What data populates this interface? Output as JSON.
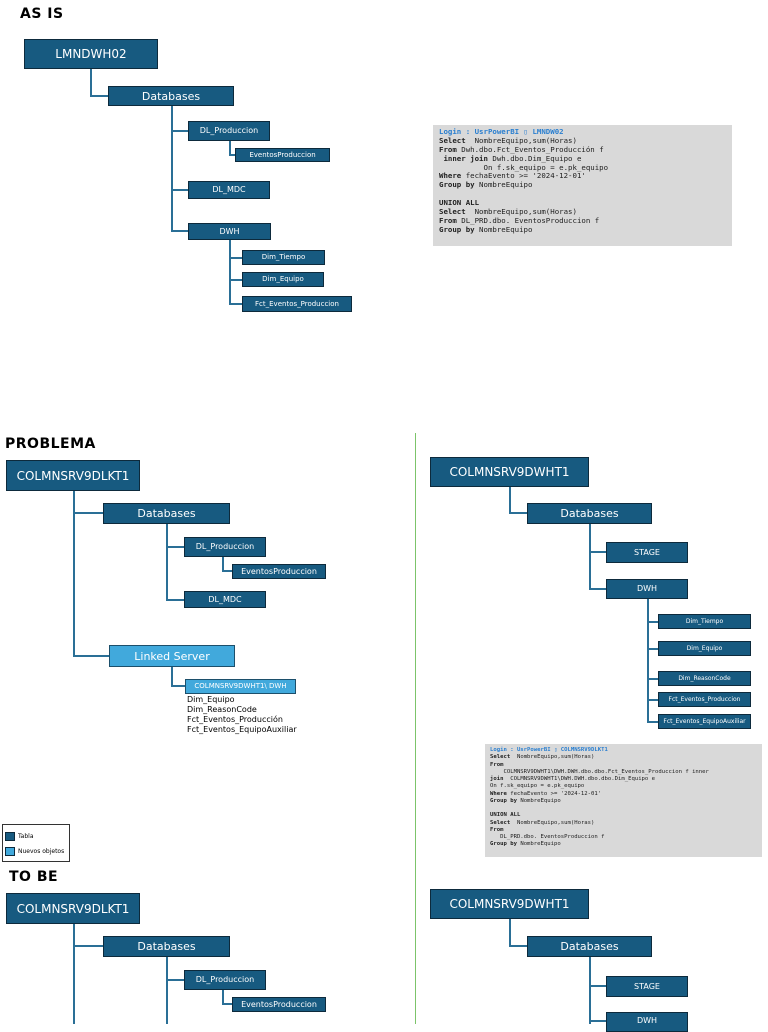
{
  "as_is": {
    "title": "AS IS",
    "server": "LMNDWH02",
    "databases": "Databases",
    "dl_produccion": "DL_Produccion",
    "eventos": "EventosProduccion",
    "dl_mdc": "DL_MDC",
    "dwh": "DWH",
    "dim_tiempo": "Dim_Tiempo",
    "dim_equipo": "Dim_Equipo",
    "fct": "Fct_Eventos_Produccion",
    "sql": [
      "Login : UsrPowerBI ▯ LMNDW02",
      "Select  NombreEquipo,sum(Horas)",
      "From Dwh.dbo.Fct_Eventos_Producción f",
      " inner join Dwh.dbo.Dim_Equipo e",
      "          On f.sk_equipo = e.pk_equipo",
      "Where fechaEvento >= '2024-12-01'",
      "Group by NombreEquipo",
      "",
      "UNION ALL",
      "Select  NombreEquipo,sum(Horas)",
      "From DL_PRD.dbo. EventosProduccion f",
      "Group by NombreEquipo"
    ]
  },
  "problema": {
    "title": "PROBLEMA",
    "server": "COLMNSRV9DLKT1",
    "databases": "Databases",
    "dl_produccion": "DL_Produccion",
    "eventos": "EventosProduccion",
    "dl_mdc": "DL_MDC",
    "linked": "Linked Server",
    "linked_target": "COLMNSRV9DWHT1\\ DWH",
    "linked_items": [
      "Dim_Equipo",
      "Dim_ReasonCode",
      "Fct_Eventos_Producción",
      "Fct_Eventos_EquipoAuxiliar"
    ],
    "right": {
      "server": "COLMNSRV9DWHT1",
      "databases": "Databases",
      "stage": "STAGE",
      "dwh": "DWH",
      "tables": [
        "Dim_Tiempo",
        "Dim_Equipo",
        "Dim_ReasonCode",
        "Fct_Eventos_Produccion",
        "Fct_Eventos_EquipoAuxiliar"
      ]
    },
    "sql": [
      "Login : UsrPowerBI ▯ COLMNSRV9DLKT1",
      "Select  NombreEquipo,sum(Horas)",
      "From",
      "    COLMNSRV9DWHT1\\DWH.DWH.dbo.dbo.Fct_Eventos_Produccion f inner",
      "join  COLMNSRV9DWHT1\\DWH.DWH.dbo.dbo.Dim_Equipo e",
      "On f.sk_equipo = e.pk_equipo",
      "Where fechaEvento >= '2024-12-01'",
      "Group by NombreEquipo",
      "",
      "UNION ALL",
      "Select  NombreEquipo,sum(Horas)",
      "From",
      "   DL_PRD.dbo. EventosProduccion f",
      "Group by NombreEquipo"
    ]
  },
  "legend": {
    "items": [
      {
        "label": "Tabla",
        "color": "#175a80"
      },
      {
        "label": "Nuevos objetos",
        "color": "#41a9dc"
      }
    ]
  },
  "to_be": {
    "title": "TO BE",
    "server": "COLMNSRV9DLKT1",
    "databases": "Databases",
    "dl_produccion": "DL_Produccion",
    "eventos": "EventosProduccion",
    "right": {
      "server": "COLMNSRV9DWHT1",
      "databases": "Databases",
      "stage": "STAGE",
      "dwh": "DWH"
    }
  }
}
